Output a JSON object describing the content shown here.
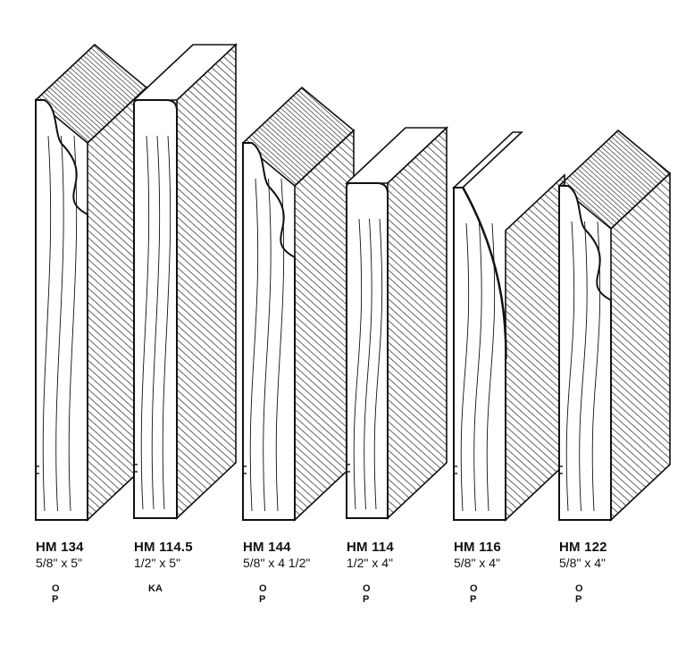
{
  "moldings": [
    {
      "code": "HM 134",
      "size": "5/8\" x 5\"",
      "availability": [
        "O",
        "P"
      ],
      "profile": "ornate-cove-bead"
    },
    {
      "code": "HM 114.5",
      "size": "1/2\" x 5\"",
      "availability": [
        "KA"
      ],
      "profile": "flat-rounded-top"
    },
    {
      "code": "HM 144",
      "size": "5/8\" x 4 1/2\"",
      "availability": [
        "O",
        "P"
      ],
      "profile": "ornate-ogee"
    },
    {
      "code": "HM 114",
      "size": "1/2\" x 4\"",
      "availability": [
        "O",
        "P"
      ],
      "profile": "flat-rounded-top"
    },
    {
      "code": "HM 116",
      "size": "5/8\" x 4\"",
      "availability": [
        "O",
        "P"
      ],
      "profile": "tapered-curve"
    },
    {
      "code": "HM 122",
      "size": "5/8\" x 4\"",
      "availability": [
        "O",
        "P"
      ],
      "profile": "cove"
    }
  ],
  "colors": {
    "ink": "#111111",
    "paper": "#ffffff"
  }
}
